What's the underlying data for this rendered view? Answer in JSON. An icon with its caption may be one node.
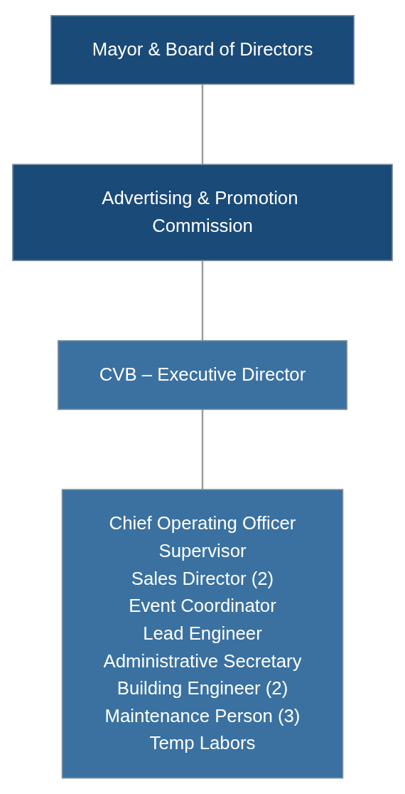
{
  "diagram": {
    "nodes": [
      {
        "text": [
          "Mayor & Board of Directors"
        ]
      },
      {
        "text": [
          "Advertising & Promotion Commission"
        ]
      },
      {
        "text": [
          "CVB – Executive Director"
        ]
      },
      {
        "text": [
          "Chief Operating Officer",
          "Supervisor",
          "Sales Director (2)",
          "Event Coordinator",
          "Lead Engineer",
          "Administrative Secretary",
          "Building Engineer (2)",
          "Maintenance Person (3)",
          "Temp Labors"
        ]
      }
    ],
    "edges": [
      {
        "from": 0,
        "to": 1,
        "arrow": "none"
      },
      {
        "from": 1,
        "to": 2,
        "arrow": "none"
      },
      {
        "from": 2,
        "to": 3,
        "arrow": "none"
      }
    ]
  }
}
